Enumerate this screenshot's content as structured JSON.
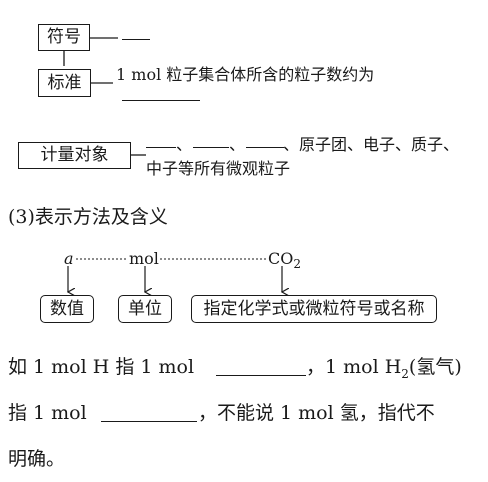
{
  "diagram1": {
    "symbol_label": "符号",
    "standard_label": "标准",
    "standard_text": "1 mol 粒子集合体所含的粒子数约为",
    "object_label": "计量对象",
    "object_sep1": "、",
    "object_sep2": "、",
    "object_sep3": "、原子团、电子、质子、",
    "object_line2": "中子等所有微观粒子"
  },
  "section3_heading": "(3)表示方法及含义",
  "diagram2": {
    "var_a": "a",
    "unit_mol": "mol",
    "co2_base": "CO",
    "co2_sub": "2",
    "box_value": "数值",
    "box_unit": "单位",
    "box_formula": "指定化学式或微粒符号或名称"
  },
  "paragraph": {
    "p1_start": "如 1 mol H 指 1 mol",
    "p1_mid": "，1 mol H",
    "p1_sub": "2",
    "p1_end": "(氢气)",
    "p2_start": "指 1 mol",
    "p2_end": "，不能说 1 mol 氢，指代不",
    "p3": "明确。"
  }
}
